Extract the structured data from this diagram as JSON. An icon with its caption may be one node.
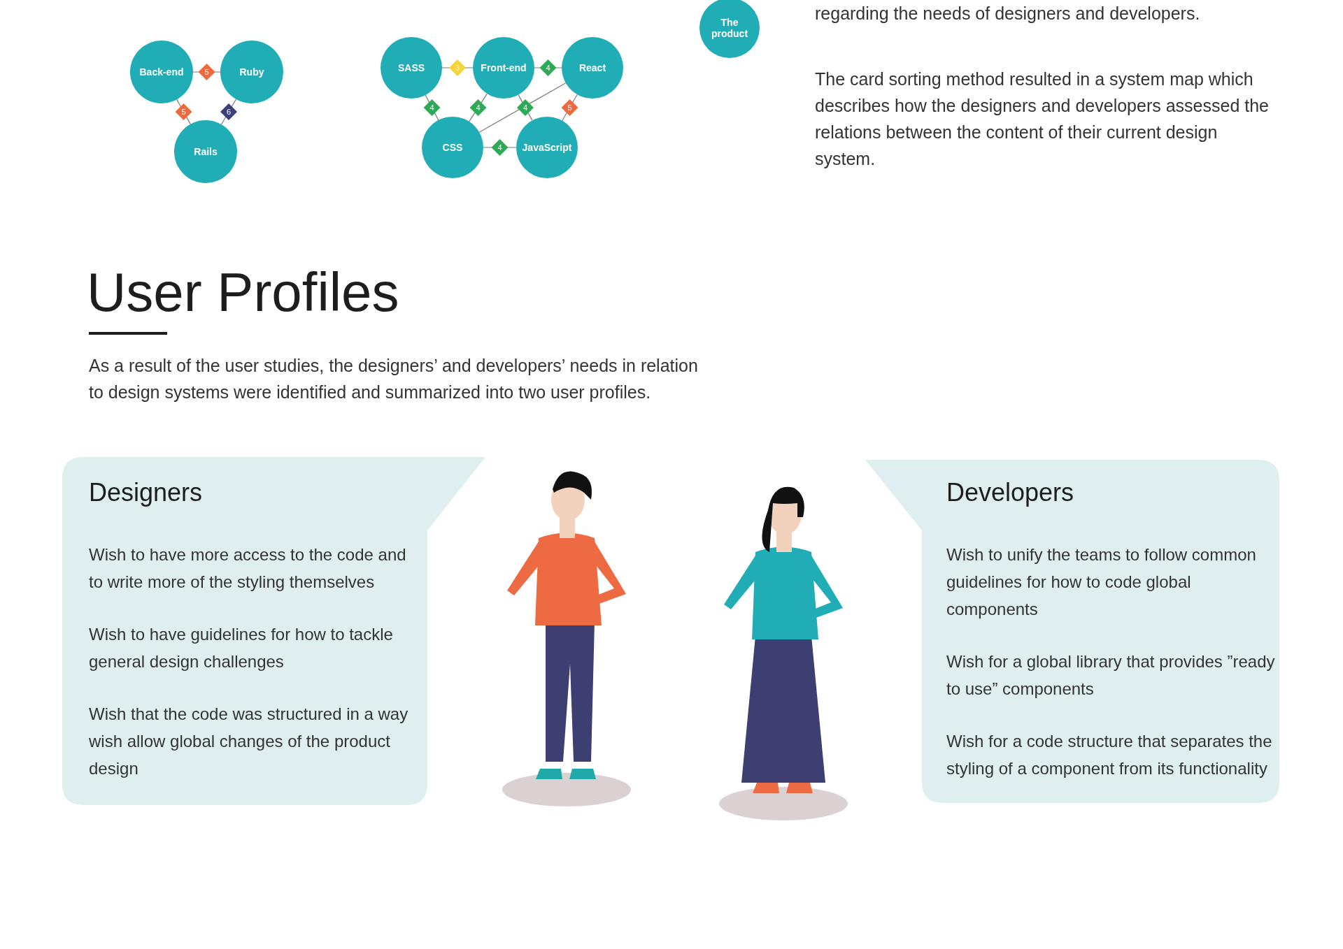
{
  "diagram": {
    "nodes": [
      {
        "text": [
          "Back-end"
        ]
      },
      {
        "text": [
          "Ruby"
        ]
      },
      {
        "text": [
          "Rails"
        ]
      },
      {
        "text": [
          "SASS"
        ]
      },
      {
        "text": [
          "Front-end"
        ]
      },
      {
        "text": [
          "React"
        ]
      },
      {
        "text": [
          "CSS"
        ]
      },
      {
        "text": [
          "JavaScript"
        ]
      },
      {
        "text": [
          "The product"
        ]
      },
      {
        "text": [
          "Designers",
          "Wish to have more access to the code and to write more of the styling themselves",
          "Wish to have guidelines for how to tackle general design challenges",
          "Wish that the code was structured in a way wish allow global changes of the product design"
        ]
      },
      {
        "text": [
          "Developers",
          "Wish to unify the teams to follow common guidelines for how to code global components",
          "Wish for a global library that provides ”ready to use” components",
          "Wish for a code structure that separates the styling of a component from its functionality"
        ]
      }
    ],
    "edges": [
      {
        "from": 0,
        "to": 1,
        "arrow": "none",
        "label": "5"
      },
      {
        "from": 0,
        "to": 2,
        "arrow": "none",
        "label": "5"
      },
      {
        "from": 1,
        "to": 2,
        "arrow": "none",
        "label": "6"
      },
      {
        "from": 3,
        "to": 4,
        "arrow": "none",
        "label": "3"
      },
      {
        "from": 4,
        "to": 5,
        "arrow": "none",
        "label": "4"
      },
      {
        "from": 3,
        "to": 6,
        "arrow": "none",
        "label": "4"
      },
      {
        "from": 4,
        "to": 6,
        "arrow": "none",
        "label": "4"
      },
      {
        "from": 4,
        "to": 7,
        "arrow": "none",
        "label": "4"
      },
      {
        "from": 5,
        "to": 6,
        "arrow": "none"
      },
      {
        "from": 5,
        "to": 7,
        "arrow": "none",
        "label": "5"
      },
      {
        "from": 6,
        "to": 7,
        "arrow": "none",
        "label": "4"
      }
    ],
    "labels": [
      "regarding the needs of designers and developers.",
      "The card sorting method resulted in a system map which describes how the designers and developers assessed the relations between the content of their current design system.",
      "User Profiles",
      "As a result of the user studies, the designers’ and developers’ needs in relation to design systems were identified and summarized into two user profiles."
    ]
  }
}
